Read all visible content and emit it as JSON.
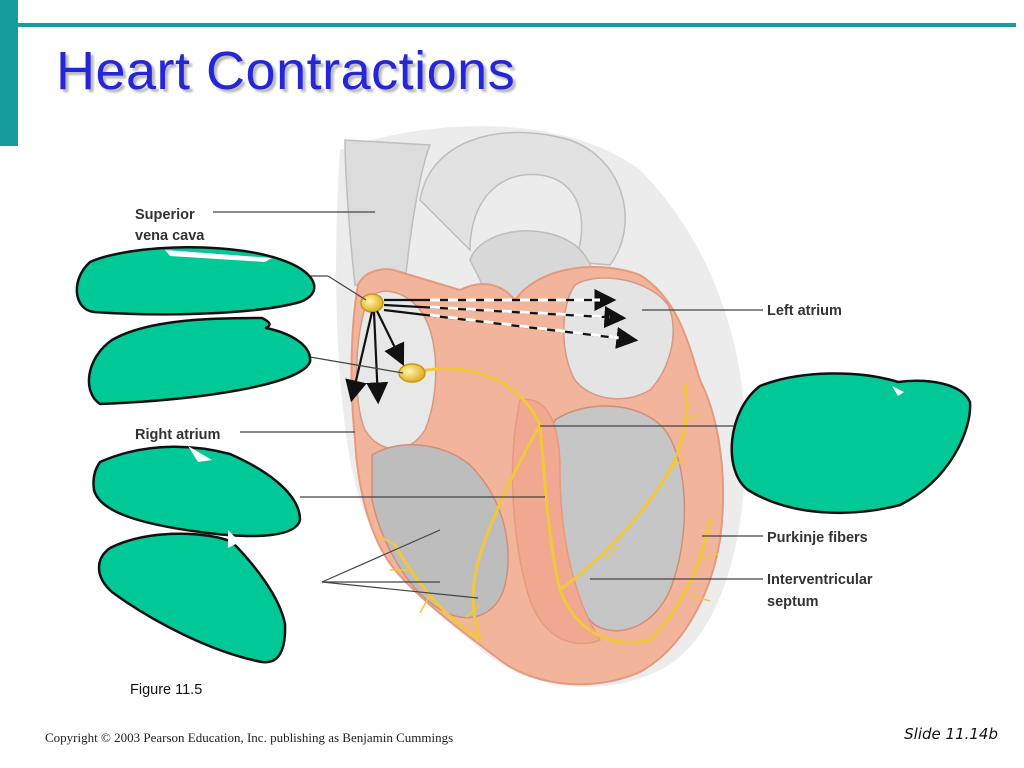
{
  "slide": {
    "title": "Heart Contractions",
    "figure_caption": "Figure 11.5",
    "slide_number": "Slide 11.14b",
    "copyright": "Copyright © 2003 Pearson Education, Inc. publishing as Benjamin Cummings"
  },
  "diagram": {
    "labels": {
      "superior_vena_cava_1": "Superior",
      "superior_vena_cava_2": "vena cava",
      "left_atrium": "Left atrium",
      "right_atrium": "Right atrium",
      "purkinje_fibers": "Purkinje fibers",
      "interventricular_septum_1": "Interventricular",
      "interventricular_septum_2": "septum"
    },
    "colors": {
      "accent": "#169c9c",
      "title": "#2626d9",
      "label_cover": "#00c896",
      "heart_tissue": "#f2b49a",
      "conduction_path": "#f2c83a"
    }
  }
}
